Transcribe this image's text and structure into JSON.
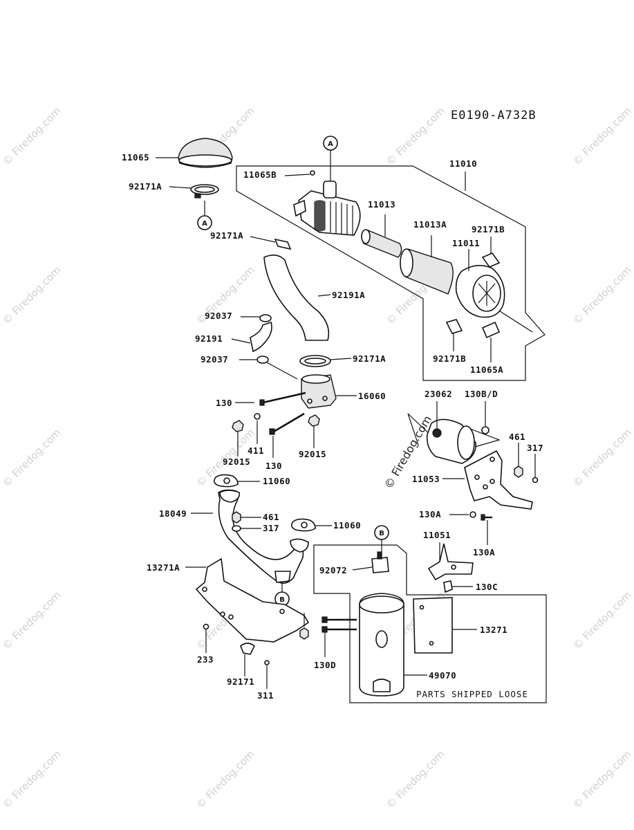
{
  "diagram_code": "E0190-A732B",
  "shipped_note": "PARTS SHIPPED LOOSE",
  "watermark": "© Firedog.com",
  "ref_markers": {
    "a": "A",
    "b": "B"
  },
  "labels": {
    "p11065": "11065",
    "p92171A_top": "92171A",
    "p11065B": "11065B",
    "p11010": "11010",
    "p11013": "11013",
    "p92171A_mid": "92171A",
    "p11013A": "11013A",
    "p92171B_top": "92171B",
    "p11011": "11011",
    "p92191A": "92191A",
    "p92037_top": "92037",
    "p92191": "92191",
    "p92171B_bot": "92171B",
    "p11065A": "11065A",
    "p92037_bot": "92037",
    "p92171A_bot": "92171A",
    "p130_left": "130",
    "p16060": "16060",
    "p23062": "23062",
    "p130BD": "130B/D",
    "p461_right": "461",
    "p317_right": "317",
    "p411": "411",
    "p92015_left": "92015",
    "p130_bot": "130",
    "p92015_right": "92015",
    "p11060_top": "11060",
    "p11053": "11053",
    "p18049": "18049",
    "p461_left": "461",
    "p317_left": "317",
    "p11060_mid": "11060",
    "p130A_left": "130A",
    "p130A_right": "130A",
    "p11051": "11051",
    "p13271A": "13271A",
    "p92072": "92072",
    "p130C": "130C",
    "p13271": "13271",
    "p233": "233",
    "p130D": "130D",
    "p92171_bot": "92171",
    "p49070": "49070",
    "p311": "311"
  }
}
